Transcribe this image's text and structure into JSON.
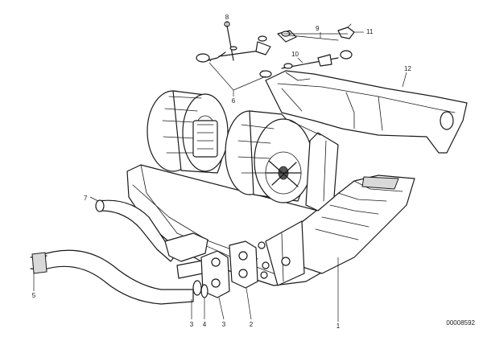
{
  "diagram": {
    "callouts": [
      {
        "id": "8",
        "label": "8"
      },
      {
        "id": "9",
        "label": "9"
      },
      {
        "id": "11",
        "label": "11"
      },
      {
        "id": "10",
        "label": "10"
      },
      {
        "id": "12",
        "label": "12"
      },
      {
        "id": "6",
        "label": "6"
      },
      {
        "id": "7",
        "label": "7"
      },
      {
        "id": "5",
        "label": "5"
      },
      {
        "id": "3a",
        "label": "3"
      },
      {
        "id": "4",
        "label": "4"
      },
      {
        "id": "3b",
        "label": "3"
      },
      {
        "id": "2",
        "label": "2"
      },
      {
        "id": "1",
        "label": "1"
      }
    ],
    "reference_number": "00008592"
  }
}
